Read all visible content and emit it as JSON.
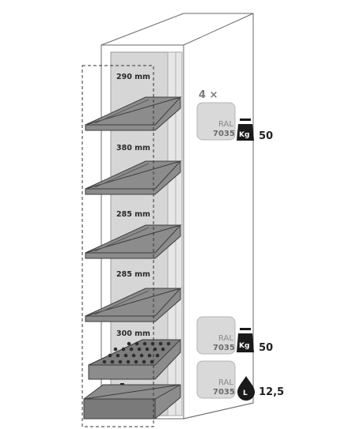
{
  "shelf_spacings": [
    "290 mm",
    "380 mm",
    "285 mm",
    "285 mm",
    "300 mm"
  ],
  "shelf_count": "4 ×",
  "swatches": [
    {
      "line1": "RAL",
      "line2": "7035"
    },
    {
      "line1": "RAL",
      "line2": "7035"
    },
    {
      "line1": "RAL",
      "line2": "7035"
    }
  ],
  "icons": {
    "weight_1": "Kg",
    "weight_2": "Kg",
    "volume": "L"
  },
  "values": {
    "shelf_load": "50",
    "sump_load": "50",
    "sump_volume": "12,5"
  },
  "colors": {
    "shelf_fill": "#8c8c8c",
    "shelf_edge": "#3d3d3d",
    "interior": "#d6d6d6",
    "swatch": "#d9d9d9",
    "icon": "#1a1a1a"
  },
  "icon_names": [
    "weight-icon",
    "weight-icon",
    "liquid-drop-icon",
    "down-arrow-icon"
  ]
}
